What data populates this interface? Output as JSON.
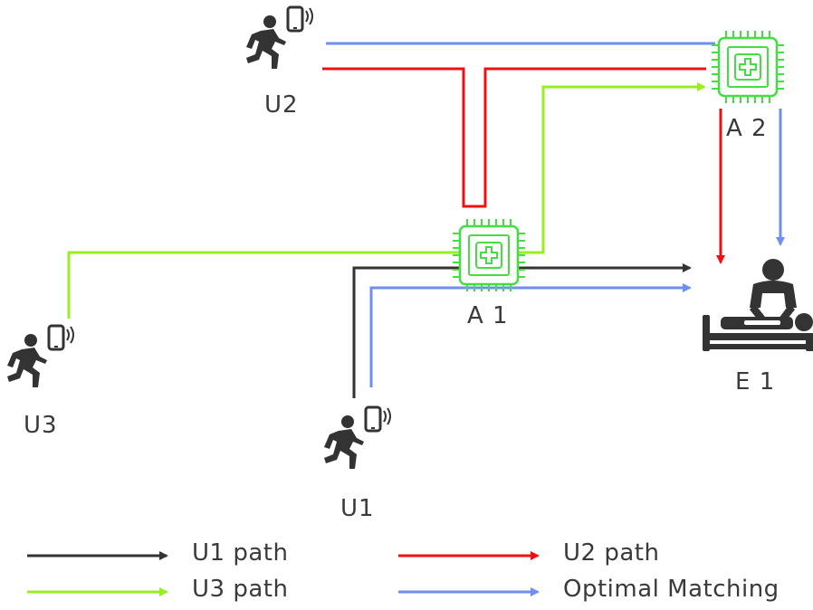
{
  "colors": {
    "u1": "#333333",
    "u2": "#ee1111",
    "u3": "#99ee22",
    "optimal": "#6f8ef2",
    "chip": "#44dd44",
    "icon": "#333333"
  },
  "nodes": {
    "u1": "U1",
    "u2": "U2",
    "u3": "U3",
    "a1": "A 1",
    "a2": "A 2",
    "e1": "E 1"
  },
  "icons": {
    "user": "running-person-with-phone-icon",
    "ambulance": "medical-chip-icon",
    "emergency": "doctor-patient-bed-icon"
  },
  "legend": {
    "u1_path": "U1 path",
    "u2_path": "U2 path",
    "u3_path": "U3 path",
    "optimal": "Optimal Matching"
  }
}
